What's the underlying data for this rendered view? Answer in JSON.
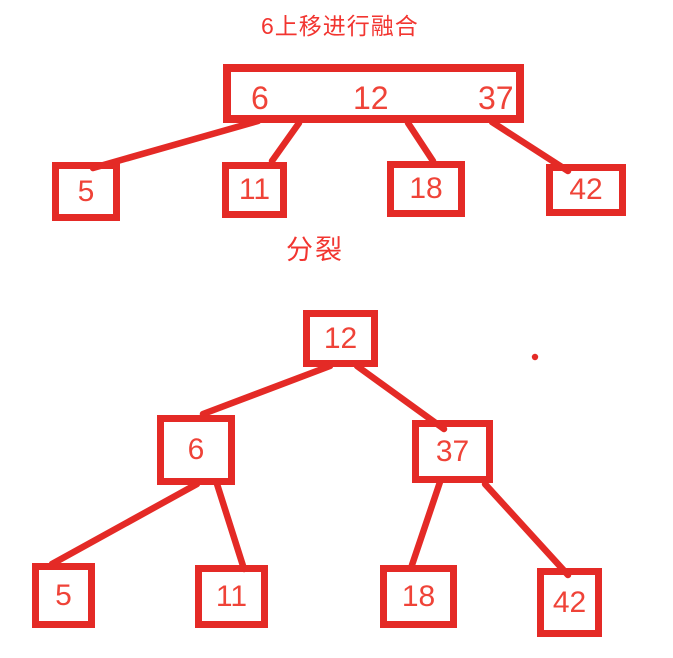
{
  "labels": {
    "title": "6上移进行融合",
    "split": "分裂"
  },
  "colors": {
    "stroke": "#e42a26",
    "digit": "#ef4338",
    "label": "#f23530",
    "background": "#ffffff"
  },
  "merged_tree": {
    "keys": [
      "6",
      "12",
      "37"
    ],
    "children": [
      "5",
      "11",
      "18",
      "42"
    ]
  },
  "split_tree": {
    "root": "12",
    "internal": [
      "6",
      "37"
    ],
    "leaves": [
      "5",
      "11",
      "18",
      "42"
    ]
  }
}
